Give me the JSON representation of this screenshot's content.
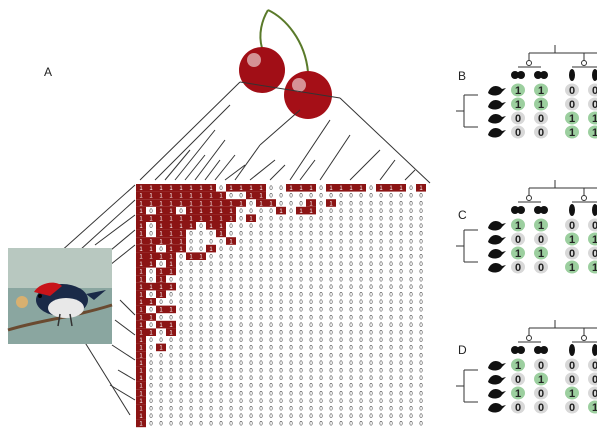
{
  "panel_labels": {
    "a": "A",
    "b": "B",
    "c": "C",
    "d": "D"
  },
  "colors": {
    "presence": "#8b1414",
    "absence": "#ffffff",
    "tree_line": "#333333",
    "badge_one": "#9ccf9f",
    "badge_zero": "#d8d8d8"
  },
  "matrix": {
    "rows": [
      "11111111011110011101111011101",
      "11111111100110000000000000000",
      "11111111111011000101000000000",
      "10110111110000101100000000000",
      "11111111110100000000000000000",
      "10111101100000000000000000000",
      "10111000100000000000000000000",
      "11111000010000000000000000000",
      "11011001000000000000000000000",
      "11110110000000000000000000000",
      "11010000000000000000000000000",
      "10110000000000000000000000000",
      "10100000000000000000000000000",
      "11110000000000000000000000000",
      "10100000000000000000000000000",
      "11000000000000000000000000000",
      "10110000000000000000000000000",
      "11000000000000000000000000000",
      "10110000000000000000000000000",
      "11010000000000000000000000000",
      "10000000000000000000000000000",
      "10100000000000000000000000000",
      "10000000000000000000000000000",
      "10000000000000000000000000000",
      "10000000000000000000000000000",
      "10000000000000000000000000000",
      "10000000000000000000000000000",
      "10000000000000000000000000000",
      "10000000000000000000000000000",
      "10000000000000000000000000000",
      "10000000000000000000000000000",
      "10000000000000000000000000000"
    ]
  },
  "subpanels": {
    "b": {
      "rows": [
        [
          "1",
          "1",
          "0",
          "0"
        ],
        [
          "1",
          "1",
          "0",
          "0"
        ],
        [
          "0",
          "0",
          "1",
          "1"
        ],
        [
          "0",
          "0",
          "1",
          "1"
        ]
      ]
    },
    "c": {
      "rows": [
        [
          "1",
          "1",
          "0",
          "0"
        ],
        [
          "0",
          "0",
          "1",
          "1"
        ],
        [
          "1",
          "1",
          "0",
          "0"
        ],
        [
          "0",
          "0",
          "1",
          "1"
        ]
      ]
    },
    "d": {
      "rows": [
        [
          "1",
          "0",
          "0",
          "0"
        ],
        [
          "0",
          "1",
          "0",
          "0"
        ],
        [
          "1",
          "0",
          "1",
          "0"
        ],
        [
          "0",
          "0",
          "0",
          "1"
        ]
      ]
    }
  },
  "icons": {
    "cherries": "cherry-icon",
    "bird": "bird-icon",
    "photo": "bird-photo"
  }
}
